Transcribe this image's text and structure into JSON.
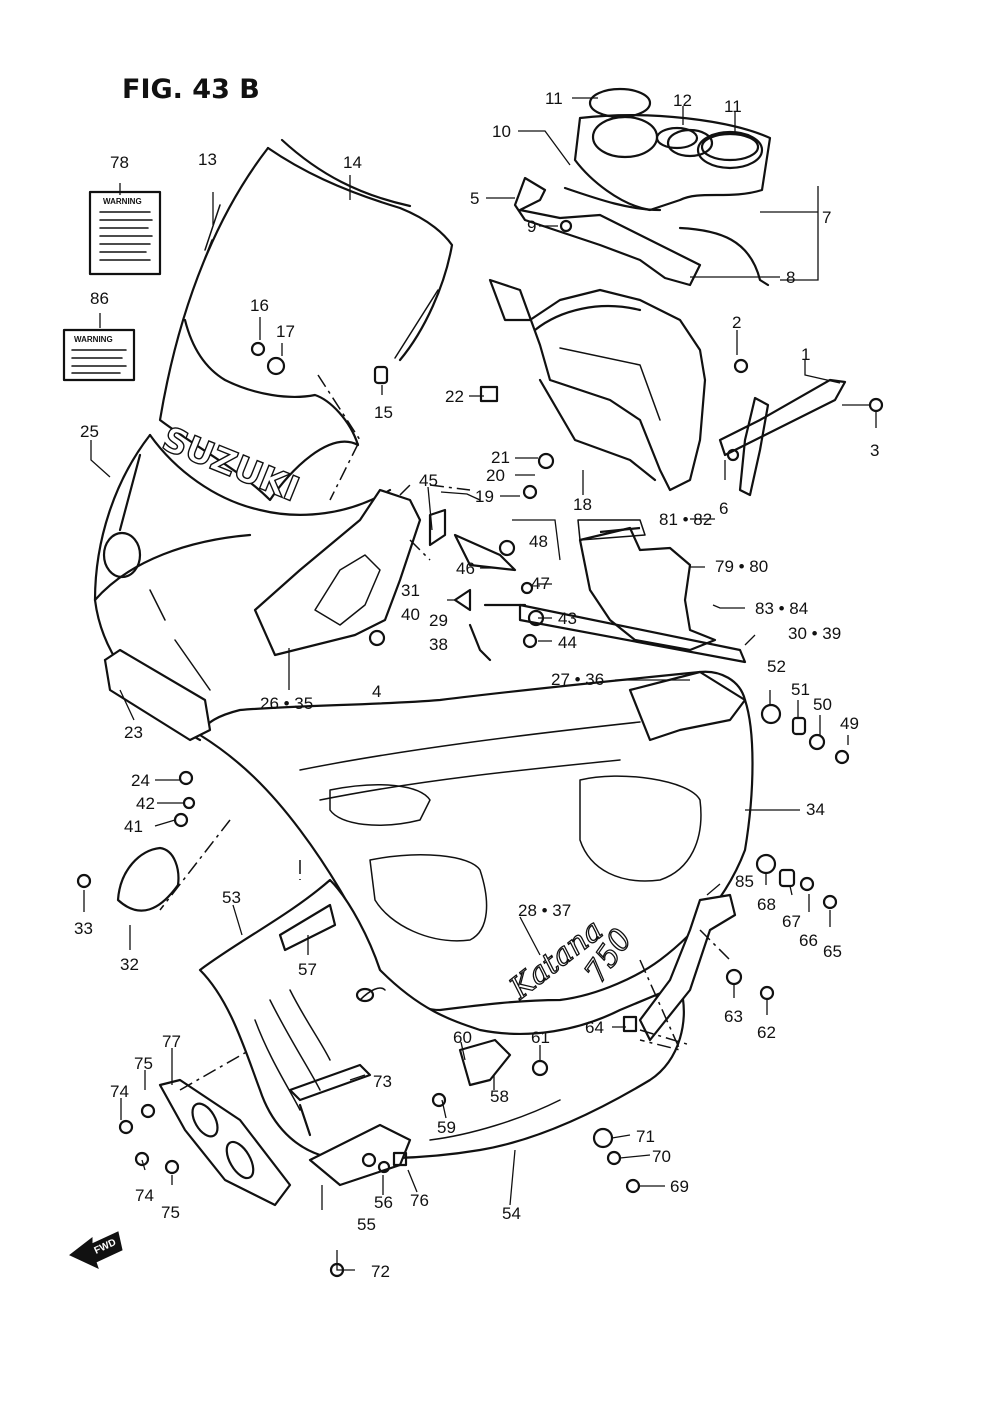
{
  "figure": {
    "title": "FIG. 43 B",
    "brand_text": "SUZUKI",
    "model_script": "Katana",
    "model_number": "750",
    "warning_label_1": "WARNING",
    "warning_label_2": "WARNING",
    "direction_arrow": "FWD"
  },
  "callouts": {
    "c1": "1",
    "c2": "2",
    "c3": "3",
    "c4": "4",
    "c5": "5",
    "c6": "6",
    "c7": "7",
    "c8": "8",
    "c9": "9",
    "c10": "10",
    "c11a": "11",
    "c11b": "11",
    "c12": "12",
    "c13": "13",
    "c14": "14",
    "c15": "15",
    "c16": "16",
    "c17": "17",
    "c18": "18",
    "c19": "19",
    "c20": "20",
    "c21": "21",
    "c22": "22",
    "c23": "23",
    "c24": "24",
    "c25": "25",
    "c26_35": "26 • 35",
    "c27_36": "27 • 36",
    "c28_37": "28 • 37",
    "c29": "29",
    "c30_39": "30 • 39",
    "c31": "31",
    "c32": "32",
    "c33": "33",
    "c34": "34",
    "c38": "38",
    "c40": "40",
    "c41": "41",
    "c42": "42",
    "c43": "43",
    "c44": "44",
    "c45": "45",
    "c46": "46",
    "c47": "47",
    "c48": "48",
    "c49": "49",
    "c50": "50",
    "c51": "51",
    "c52": "52",
    "c53": "53",
    "c54": "54",
    "c55": "55",
    "c56": "56",
    "c57": "57",
    "c58": "58",
    "c59": "59",
    "c60": "60",
    "c61": "61",
    "c62": "62",
    "c63": "63",
    "c64": "64",
    "c65": "65",
    "c66": "66",
    "c67": "67",
    "c68": "68",
    "c69": "69",
    "c70": "70",
    "c71": "71",
    "c72": "72",
    "c73": "73",
    "c74a": "74",
    "c74b": "74",
    "c75a": "75",
    "c75b": "75",
    "c76": "76",
    "c77": "77",
    "c78": "78",
    "c79_80": "79 • 80",
    "c81_82": "81 • 82",
    "c83_84": "83 • 84",
    "c85": "85",
    "c86": "86"
  }
}
